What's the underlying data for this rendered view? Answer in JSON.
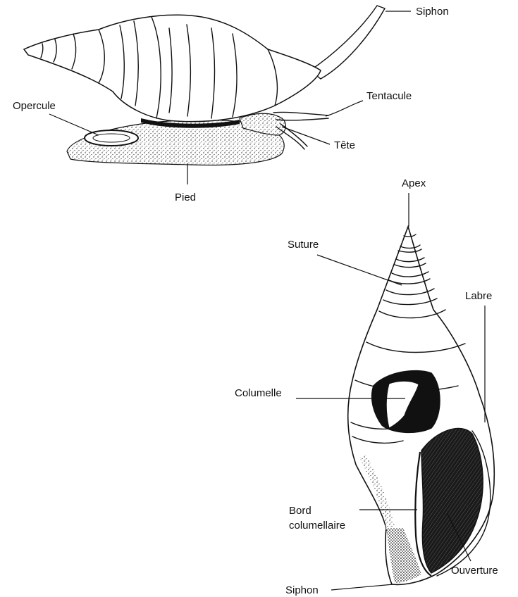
{
  "snail_labels": {
    "siphon": "Siphon",
    "tentacule": "Tentacule",
    "tete": "Tête",
    "opercule": "Opercule",
    "pied": "Pied"
  },
  "shell_labels": {
    "apex": "Apex",
    "suture": "Suture",
    "labre": "Labre",
    "columelle": "Columelle",
    "bord_line1": "Bord",
    "bord_line2": "columellaire",
    "ouverture": "Ouverture",
    "siphon": "Siphon"
  }
}
